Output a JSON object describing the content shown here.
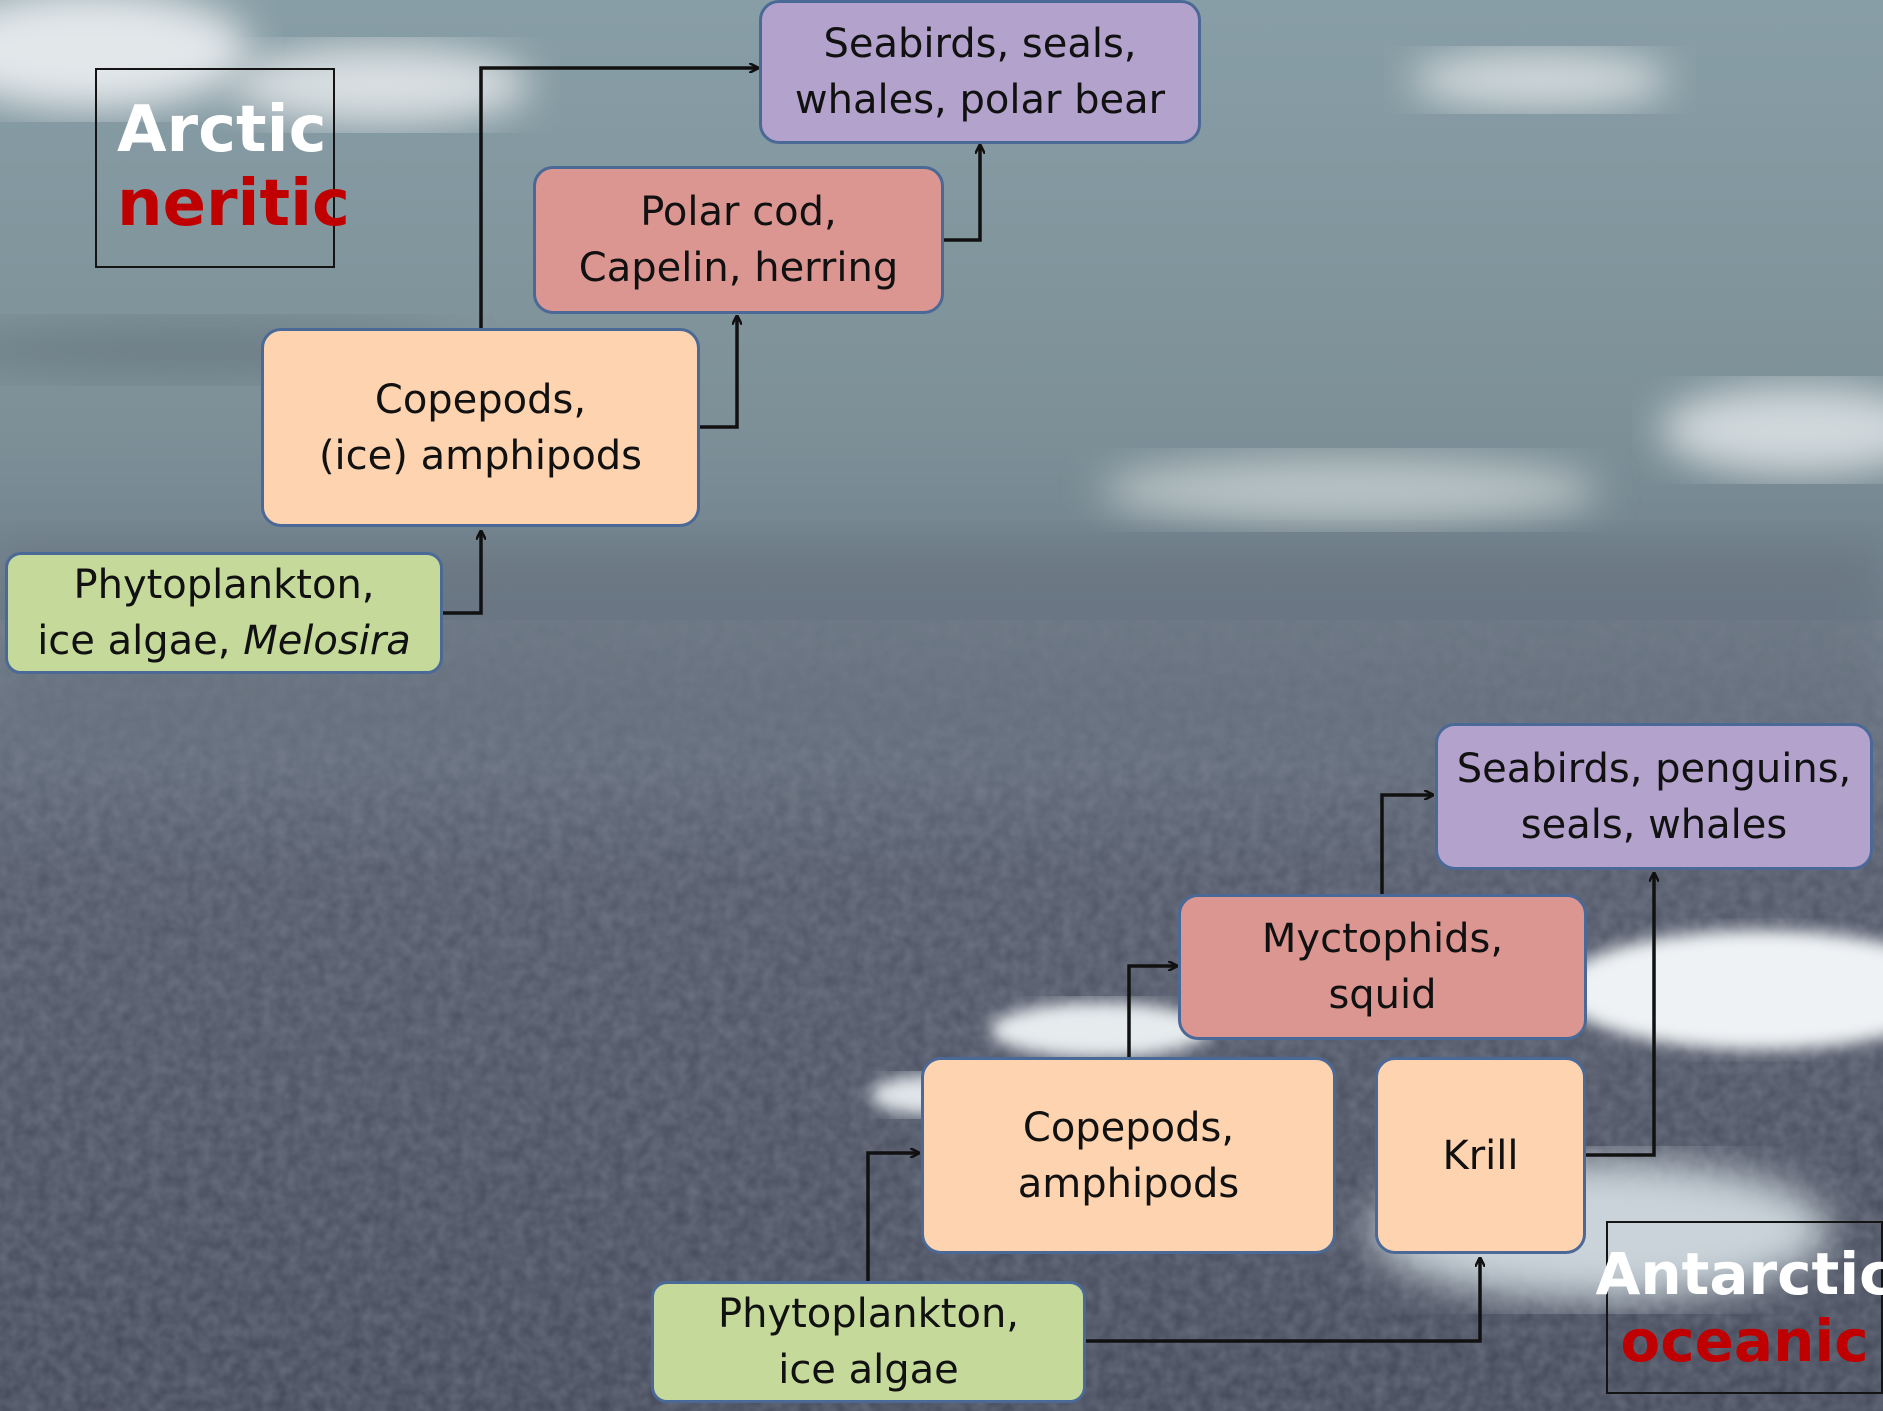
{
  "arctic": {
    "label_line1": "Arctic",
    "label_line2": "neritic",
    "top": {
      "line1": "Seabirds, seals,",
      "line2": "whales, polar bear"
    },
    "fish": {
      "line1": "Polar cod,",
      "line2": "Capelin, herring"
    },
    "grazers": {
      "line1": "Copepods,",
      "line2": "(ice) amphipods"
    },
    "producers": {
      "line1": "Phytoplankton,",
      "line2_prefix": "ice algae, ",
      "line2_italic": "Melosira"
    }
  },
  "antarctic": {
    "label_line1": "Antarctic",
    "label_line2": "oceanic",
    "top": {
      "line1": "Seabirds, penguins,",
      "line2": "seals, whales"
    },
    "fish": {
      "line1": "Myctophids,",
      "line2": "squid"
    },
    "grazers": {
      "line1": "Copepods,",
      "line2": "amphipods"
    },
    "krill": {
      "line1": "Krill"
    },
    "producers": {
      "line1": "Phytoplankton,",
      "line2": "ice algae"
    }
  },
  "colors": {
    "top_predators": "#b2a2cc",
    "fish": "#dc9692",
    "grazers": "#fdd3b0",
    "producers": "#c5d99b",
    "border": "#4a6996",
    "label_highlight": "#c00000"
  }
}
